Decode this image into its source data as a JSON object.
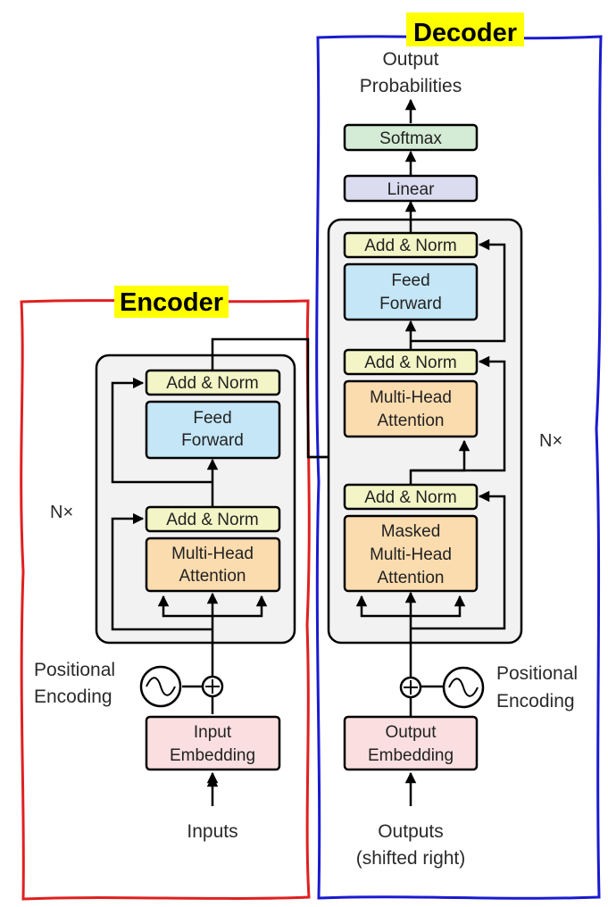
{
  "colors": {
    "encoder_border": "#e02020",
    "decoder_border": "#1a1ad0",
    "header_highlight": "#ffff00",
    "layer_bg": "#f2f2f2",
    "add_norm": "#f3f5c6",
    "feed_forward": "#c4e6f6",
    "attention": "#fbdcaf",
    "embedding": "#fbdfe0",
    "softmax": "#d4ecd5",
    "linear": "#dcdcf1"
  },
  "encoder": {
    "title": "Encoder",
    "n_label": "N×",
    "add_norm_top": "Add & Norm",
    "feed_forward_line1": "Feed",
    "feed_forward_line2": "Forward",
    "add_norm_bottom": "Add & Norm",
    "attention_line1": "Multi-Head",
    "attention_line2": "Attention",
    "pos_enc_line1": "Positional",
    "pos_enc_line2": "Encoding",
    "embedding_line1": "Input",
    "embedding_line2": "Embedding",
    "input_label": "Inputs"
  },
  "decoder": {
    "title": "Decoder",
    "output_line1": "Output",
    "output_line2": "Probabilities",
    "softmax": "Softmax",
    "linear": "Linear",
    "n_label": "N×",
    "add_norm_top": "Add & Norm",
    "feed_forward_line1": "Feed",
    "feed_forward_line2": "Forward",
    "add_norm_mid": "Add & Norm",
    "cross_attention_line1": "Multi-Head",
    "cross_attention_line2": "Attention",
    "add_norm_bottom": "Add & Norm",
    "masked_line1": "Masked",
    "masked_line2": "Multi-Head",
    "masked_line3": "Attention",
    "pos_enc_line1": "Positional",
    "pos_enc_line2": "Encoding",
    "embedding_line1": "Output",
    "embedding_line2": "Embedding",
    "input_line1": "Outputs",
    "input_line2": "(shifted right)"
  }
}
